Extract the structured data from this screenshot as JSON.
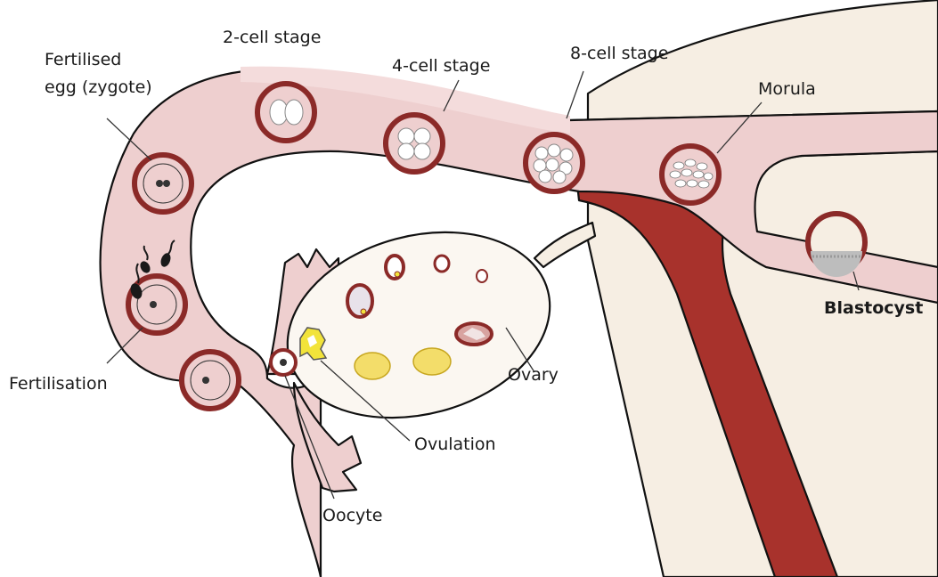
{
  "labels": {
    "zygote_line1": "Fertilised",
    "zygote_line2": "egg (zygote)",
    "two_cell": "2-cell stage",
    "four_cell": "4-cell stage",
    "eight_cell": "8-cell stage",
    "morula": "Morula",
    "blastocyst": "Blastocyst",
    "fertilisation": "Fertilisation",
    "ovary": "Ovary",
    "ovulation": "Ovulation",
    "oocyte": "Oocyte"
  },
  "colors": {
    "tube": "#eecfcf",
    "uterus": "#f6eee3",
    "muscle": "#a8322c",
    "ring": "#8b2a28",
    "ovary": "#fbf7f1",
    "corpus": "#f3dd6a",
    "egg_yellow": "#f2e33a"
  }
}
